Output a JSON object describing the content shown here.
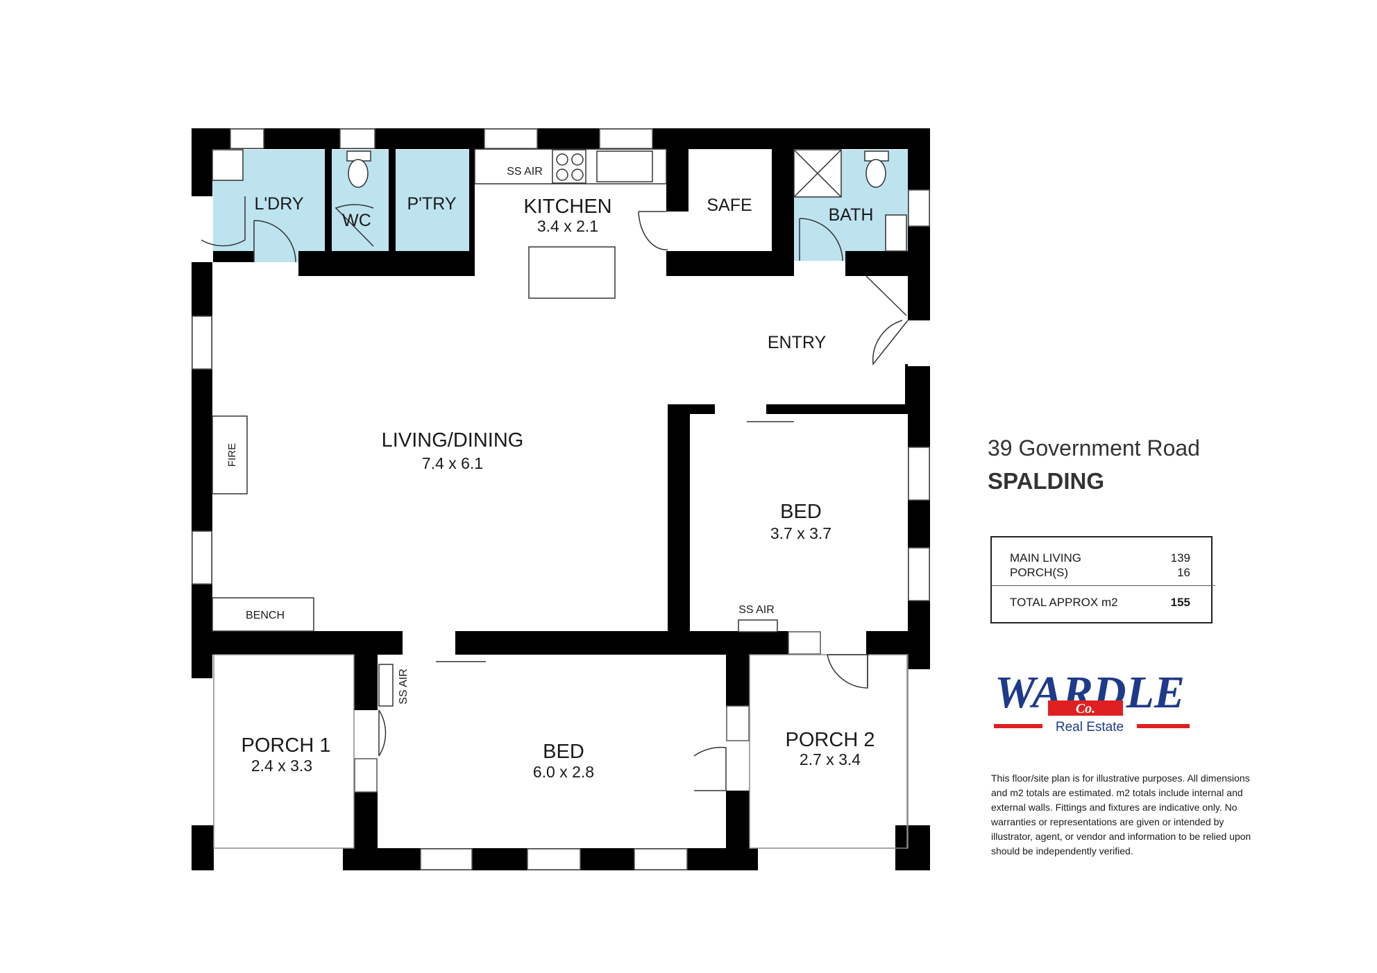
{
  "property": {
    "address": "39 Government Road",
    "suburb": "SPALDING"
  },
  "rooms": {
    "laundry": {
      "name": "L'DRY"
    },
    "wc": {
      "name": "WC"
    },
    "pantry": {
      "name": "P'TRY"
    },
    "kitchen": {
      "name": "KITCHEN",
      "size": "3.4 x 2.1"
    },
    "safe": {
      "name": "SAFE"
    },
    "bath": {
      "name": "BATH"
    },
    "entry": {
      "name": "ENTRY"
    },
    "living_dining": {
      "name": "LIVING/DINING",
      "size": "7.4 x 6.1"
    },
    "bed_front": {
      "name": "BED",
      "size": "3.7 x 3.7"
    },
    "bed_rear": {
      "name": "BED",
      "size": "6.0 x 2.8"
    },
    "porch_1": {
      "name": "PORCH 1",
      "size": "2.4 x 3.3"
    },
    "porch_2": {
      "name": "PORCH 2",
      "size": "2.7 x 3.4"
    }
  },
  "fixtures": {
    "ss_air_kitchen": "SS AIR",
    "ss_air_bed": "SS AIR",
    "ss_air_porch": "SS AIR",
    "fire": "FIRE",
    "bench": "BENCH"
  },
  "colors": {
    "wet_area": "#bde3ef",
    "wall": "#000000",
    "logo_blue": "#1e3a8a",
    "logo_red": "#e02020"
  },
  "area_table": {
    "main_living_label": "MAIN LIVING",
    "main_living_value": "139",
    "porch_label": "PORCH(S)",
    "porch_value": "16",
    "total_label": "TOTAL APPROX m2",
    "total_value": "155"
  },
  "logo": {
    "brand": "WARDLE",
    "sub": "Co.",
    "tagline": "Real Estate"
  },
  "disclaimer": "This floor/site plan is for illustrative purposes. All dimensions and m2 totals are estimated. m2 totals include internal and external walls. Fittings and fixtures are indicative only. No warranties or representations are given or intended by illustrator, agent, or vendor and information to be relied upon should be independently verified."
}
